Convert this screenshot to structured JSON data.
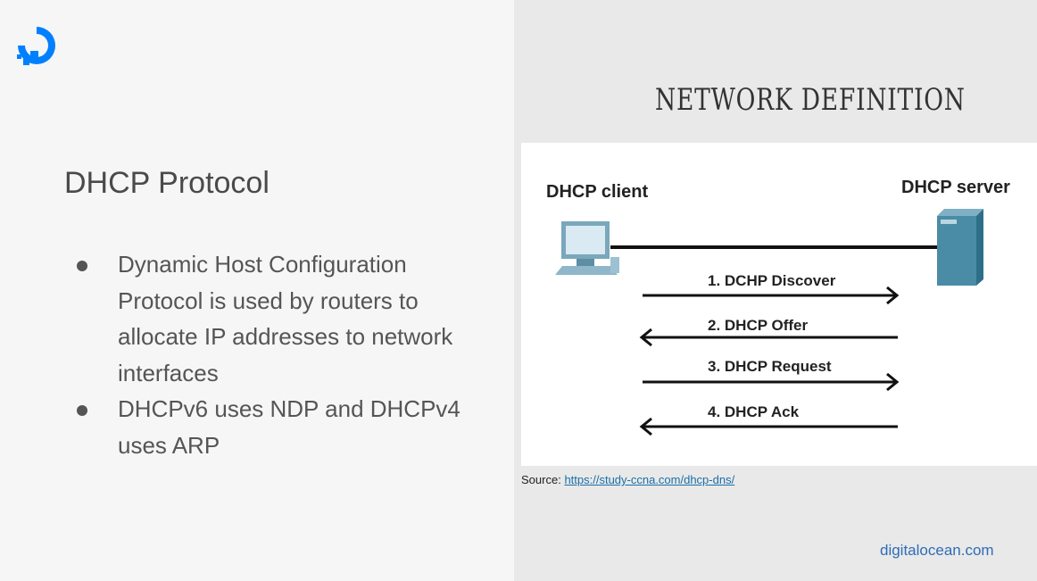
{
  "brand": {
    "logo_icon": "digitalocean-logo",
    "color": "#0080ff"
  },
  "slide": {
    "title": "DHCP Protocol",
    "bullets": [
      "Dynamic Host Configuration Protocol is used by routers to allocate IP addresses to network interfaces",
      "DHCPv6 uses NDP and DHCPv4 uses ARP"
    ]
  },
  "figure": {
    "heading": "NETWORK DEFINITION",
    "client_label": "DHCP client",
    "server_label": "DHCP server",
    "client_icon": "computer-icon",
    "server_icon": "server-icon",
    "messages": [
      {
        "label": "1. DCHP Discover",
        "direction": "right"
      },
      {
        "label": "2. DHCP Offer",
        "direction": "left"
      },
      {
        "label": "3. DHCP Request",
        "direction": "right"
      },
      {
        "label": "4. DHCP Ack",
        "direction": "left"
      }
    ]
  },
  "source": {
    "prefix": "Source:",
    "link_text": "https://study-ccna.com/dhcp-dns/"
  },
  "footer": {
    "site": "digitalocean.com"
  }
}
